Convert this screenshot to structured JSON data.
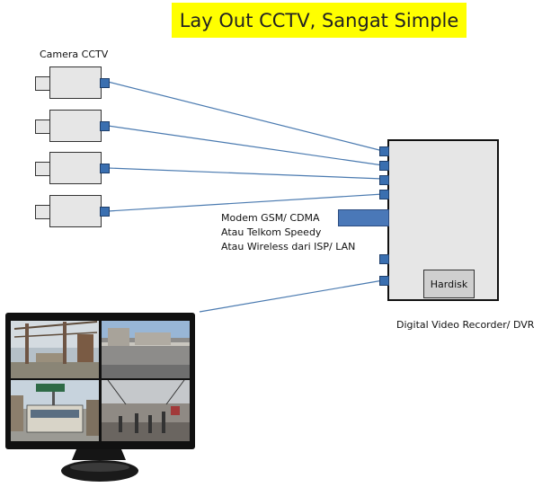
{
  "title": "Lay Out CCTV, Sangat Simple",
  "camera_label": "Camera CCTV",
  "modem_lines": [
    "Modem GSM/ CDMA",
    "Atau Telkom Speedy",
    "Atau Wireless dari ISP/ LAN"
  ],
  "hardisk_label": "Hardisk",
  "dvr_label": "Digital Video Recorder/ DVR",
  "colors": {
    "title_bg": "#ffff00",
    "wire": "#4a7ab0",
    "port": "#3a6fb0",
    "device_fill": "#e6e6e6"
  }
}
